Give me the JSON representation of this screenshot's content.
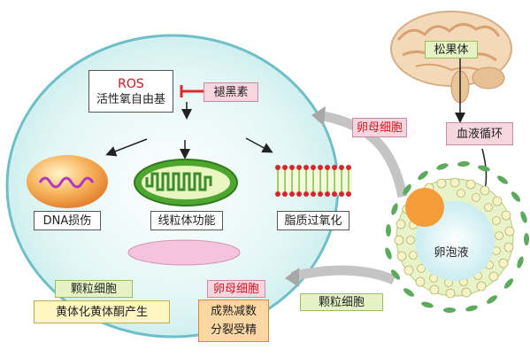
{
  "labels": {
    "ros_title": "ROS",
    "ros_sub": "活性氧自由基",
    "melatonin": "褪黑素",
    "dna_damage": "DNA损伤",
    "mito_function": "线粒体功能",
    "lipid_oxidation": "脂质过氧化",
    "oocyte_top": "卵母细胞",
    "pineal": "松果体",
    "blood": "血液循环",
    "follicular_fluid": "卵泡液",
    "granulosa_right": "颗粒细胞",
    "granulosa_left": "颗粒细胞",
    "luteinization": "黄体化黄体酮产生",
    "oocyte_bottom": "卵母细胞",
    "maturation_1": "成熟减数",
    "maturation_2": "分裂受精"
  },
  "colors": {
    "cell_fill": "#d9f4f3",
    "cell_border": "#6fbfc8",
    "red_text": "#d7141f",
    "pink_box": "#f6d6df",
    "green_box": "#e6f2c4",
    "orange_box": "#fbd7a4",
    "yellow_box": "#fff6c2",
    "oocyte": "#f39c38",
    "granulosa_green": "#5daa5c"
  }
}
